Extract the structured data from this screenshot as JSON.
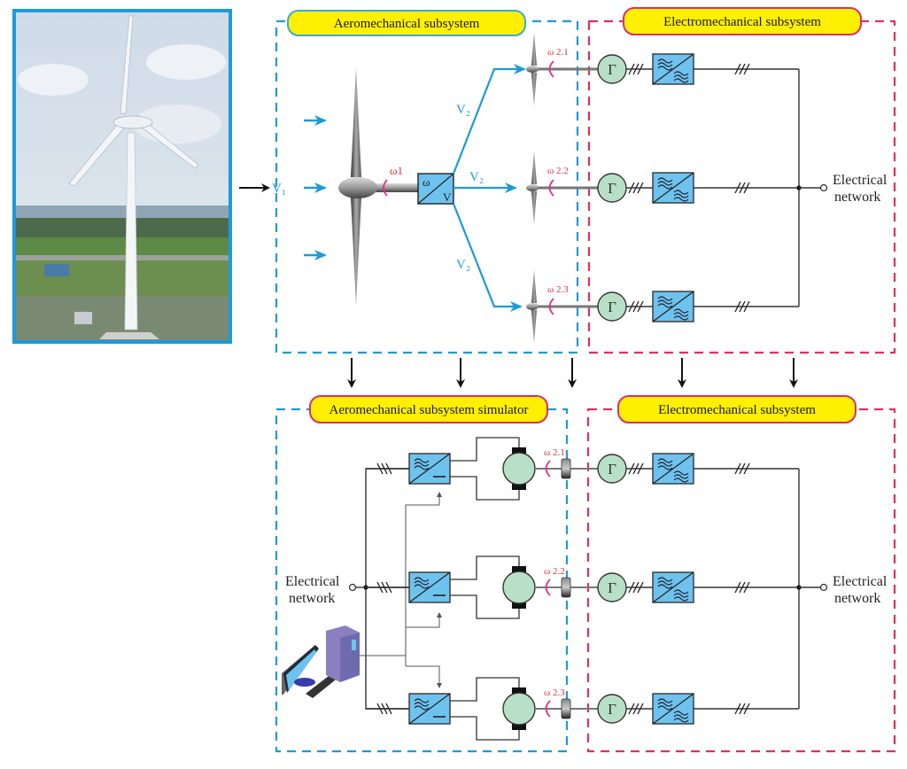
{
  "labels": {
    "top_aero": "Aeromechanical subsystem",
    "top_electro": "Electromechanical subsystem",
    "bottom_aero": "Aeromechanical subsystem simulator",
    "bottom_electro": "Electromechanical subsystem",
    "network_line1": "Electrical",
    "network_line2": "network",
    "v1": "V₁",
    "v2": "V₂",
    "omega1": "ω1",
    "omega_v_top": "ω",
    "omega_v_bottom": "V",
    "gamma": "Γ",
    "omega_rows": [
      "ω 2.1",
      "ω 2.2",
      "ω 2.3"
    ]
  },
  "colors": {
    "aero_dash": "#1e9ad6",
    "electro_dash": "#e0305a",
    "pill_fill": "#ffef00",
    "pill_border_aero": "#3aa8dc",
    "pill_border_electro": "#d8306a",
    "converter_fill": "#6ec3ee",
    "generator_fill": "#b7e0c6",
    "omega_red": "#e03040",
    "rotation_magenta": "#e0308a",
    "photo_border": "#1e9ad6"
  }
}
